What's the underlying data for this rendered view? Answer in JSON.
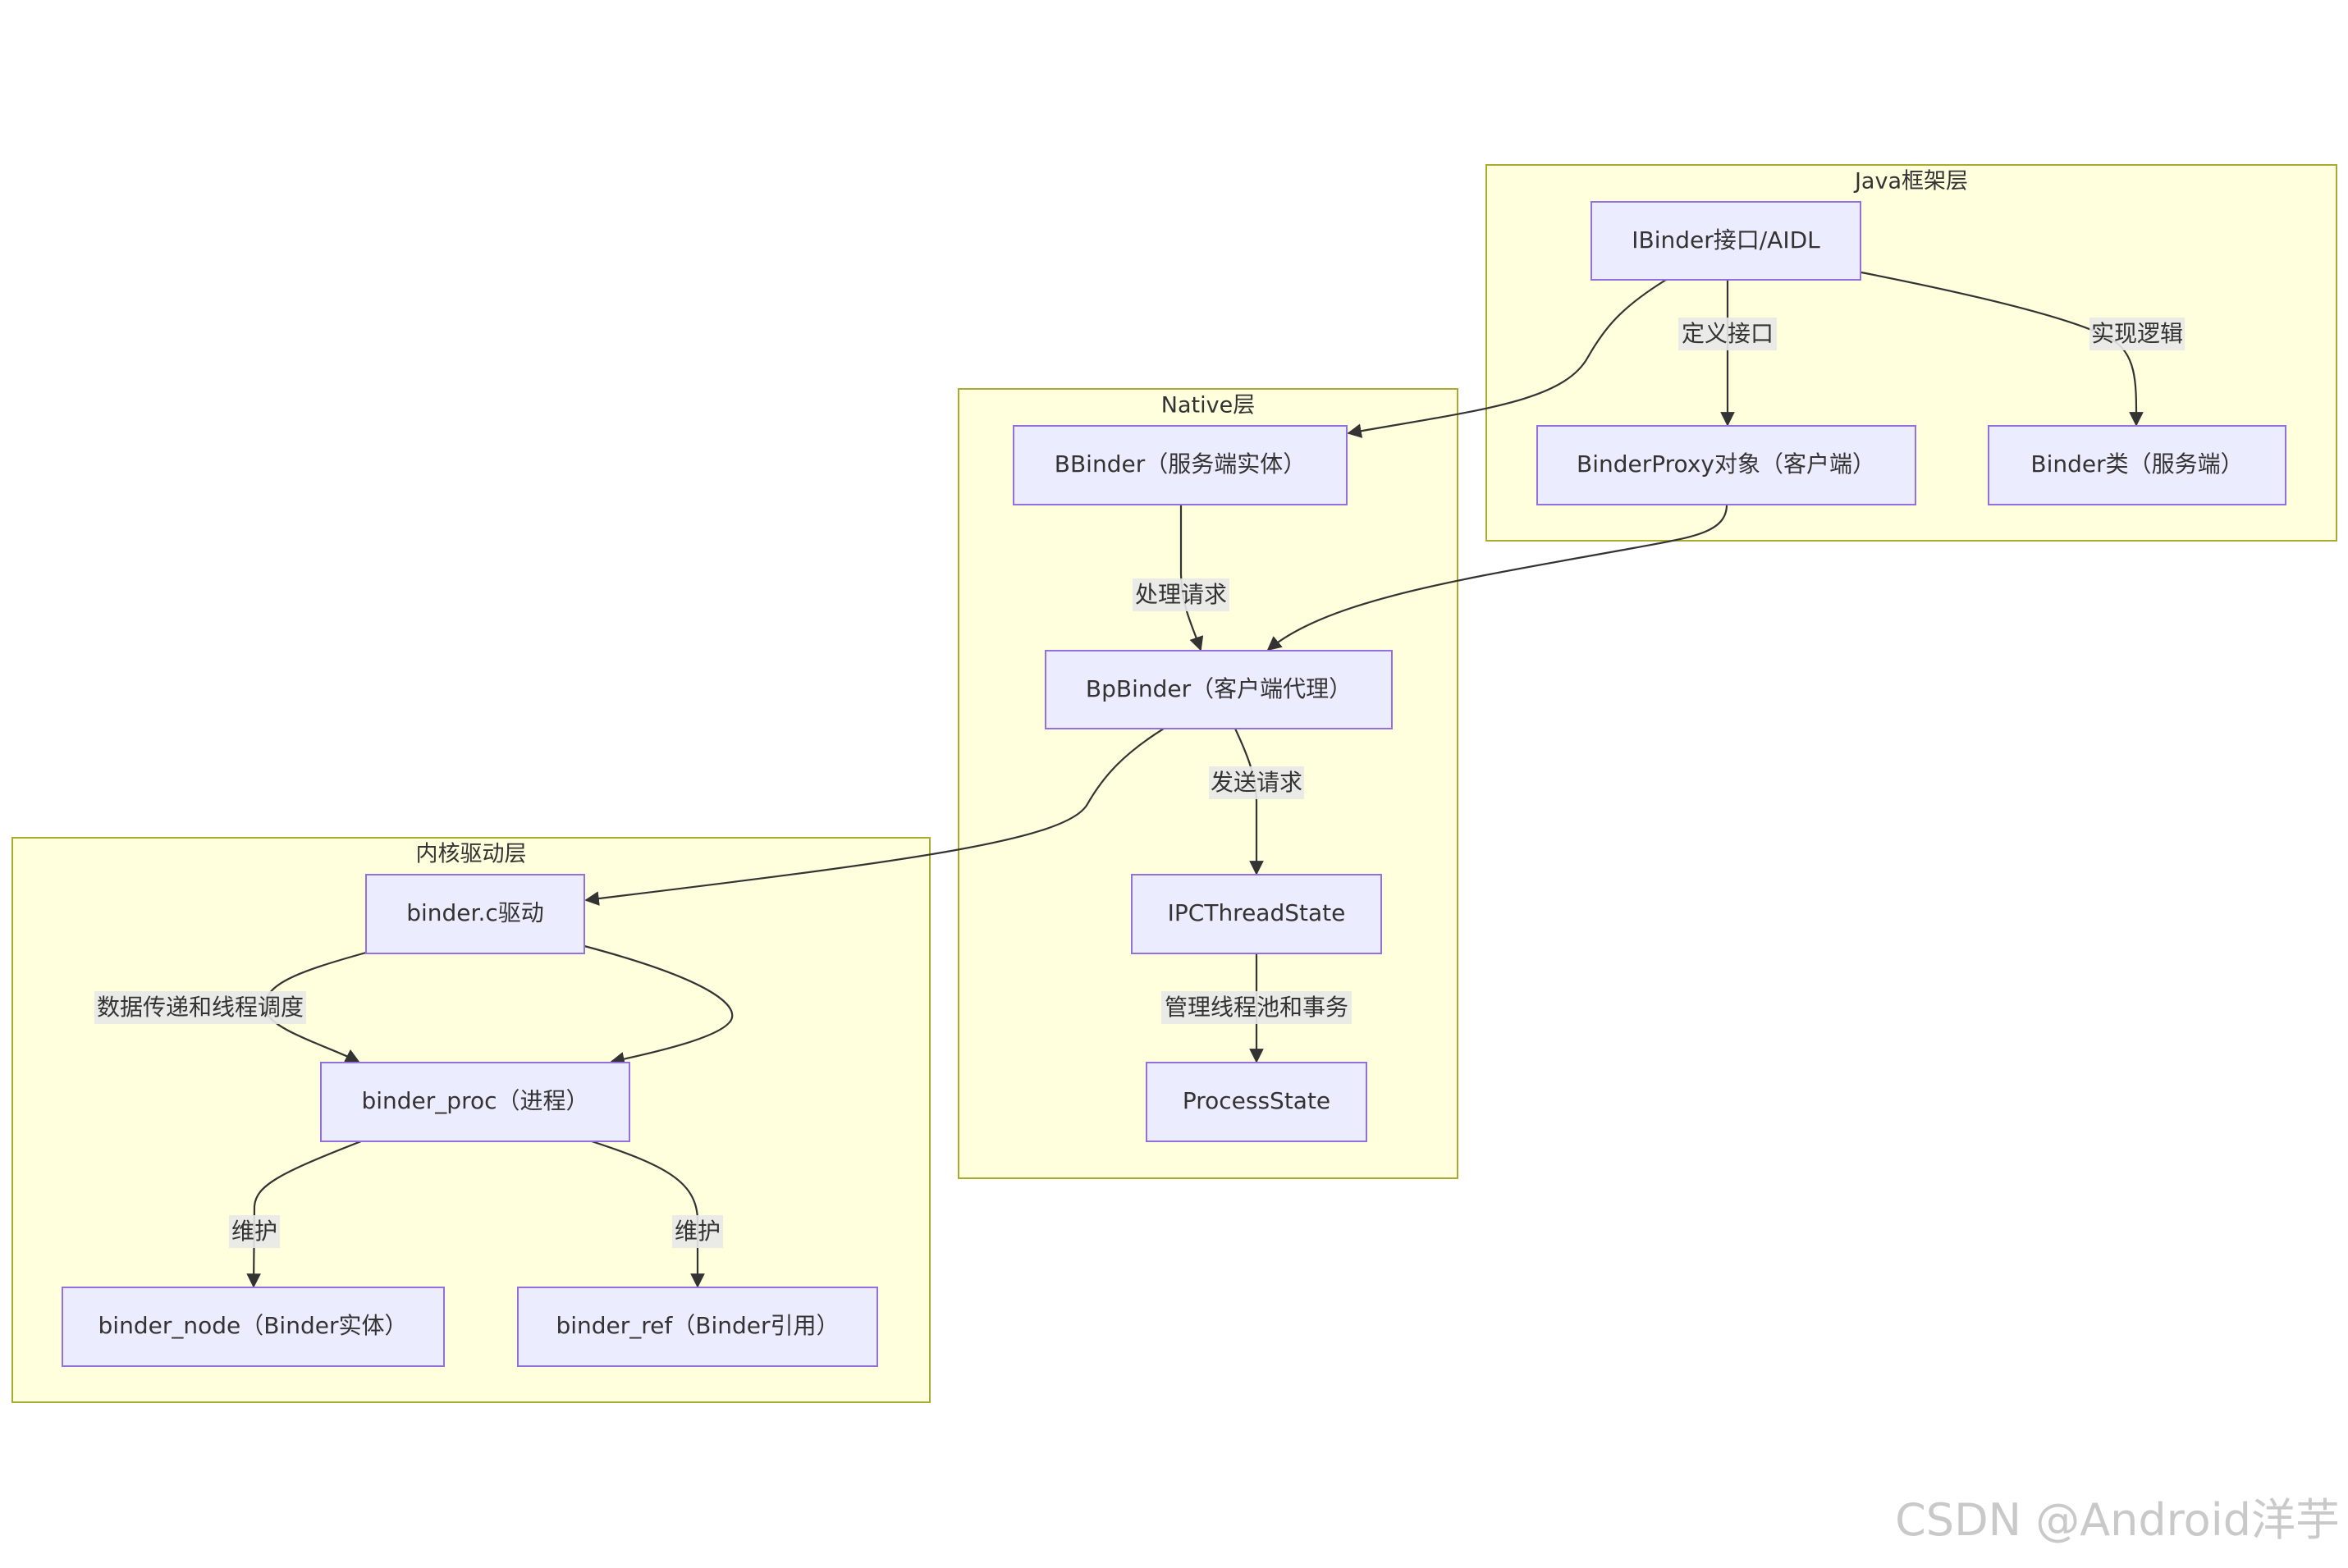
{
  "clusters": {
    "java": "Java框架层",
    "native": "Native层",
    "kernel": "内核驱动层"
  },
  "nodes": {
    "ibinder": "IBinder接口/AIDL",
    "binderproxy": "BinderProxy对象（客户端）",
    "binderclass": "Binder类（服务端）",
    "bbinder": "BBinder（服务端实体）",
    "bpbinder": "BpBinder（客户端代理）",
    "ipc": "IPCThreadState",
    "processstate": "ProcessState",
    "binderc": "binder.c驱动",
    "binderproc": "binder_proc（进程）",
    "bindernode": "binder_node（Binder实体）",
    "binderref": "binder_ref（Binder引用）"
  },
  "edges": {
    "define_interface": "定义接口",
    "implement_logic": "实现逻辑",
    "handle_request": "处理请求",
    "send_request": "发送请求",
    "manage_threads": "管理线程池和事务",
    "data_transfer": "数据传递和线程调度",
    "maintain_node": "维护",
    "maintain_ref": "维护"
  },
  "watermark": "CSDN @Android洋芋",
  "colors": {
    "cluster_fill": "#ffffde",
    "cluster_stroke": "#aaaa33",
    "node_fill": "#ececff",
    "node_stroke": "#9370db",
    "edge": "#333333"
  }
}
